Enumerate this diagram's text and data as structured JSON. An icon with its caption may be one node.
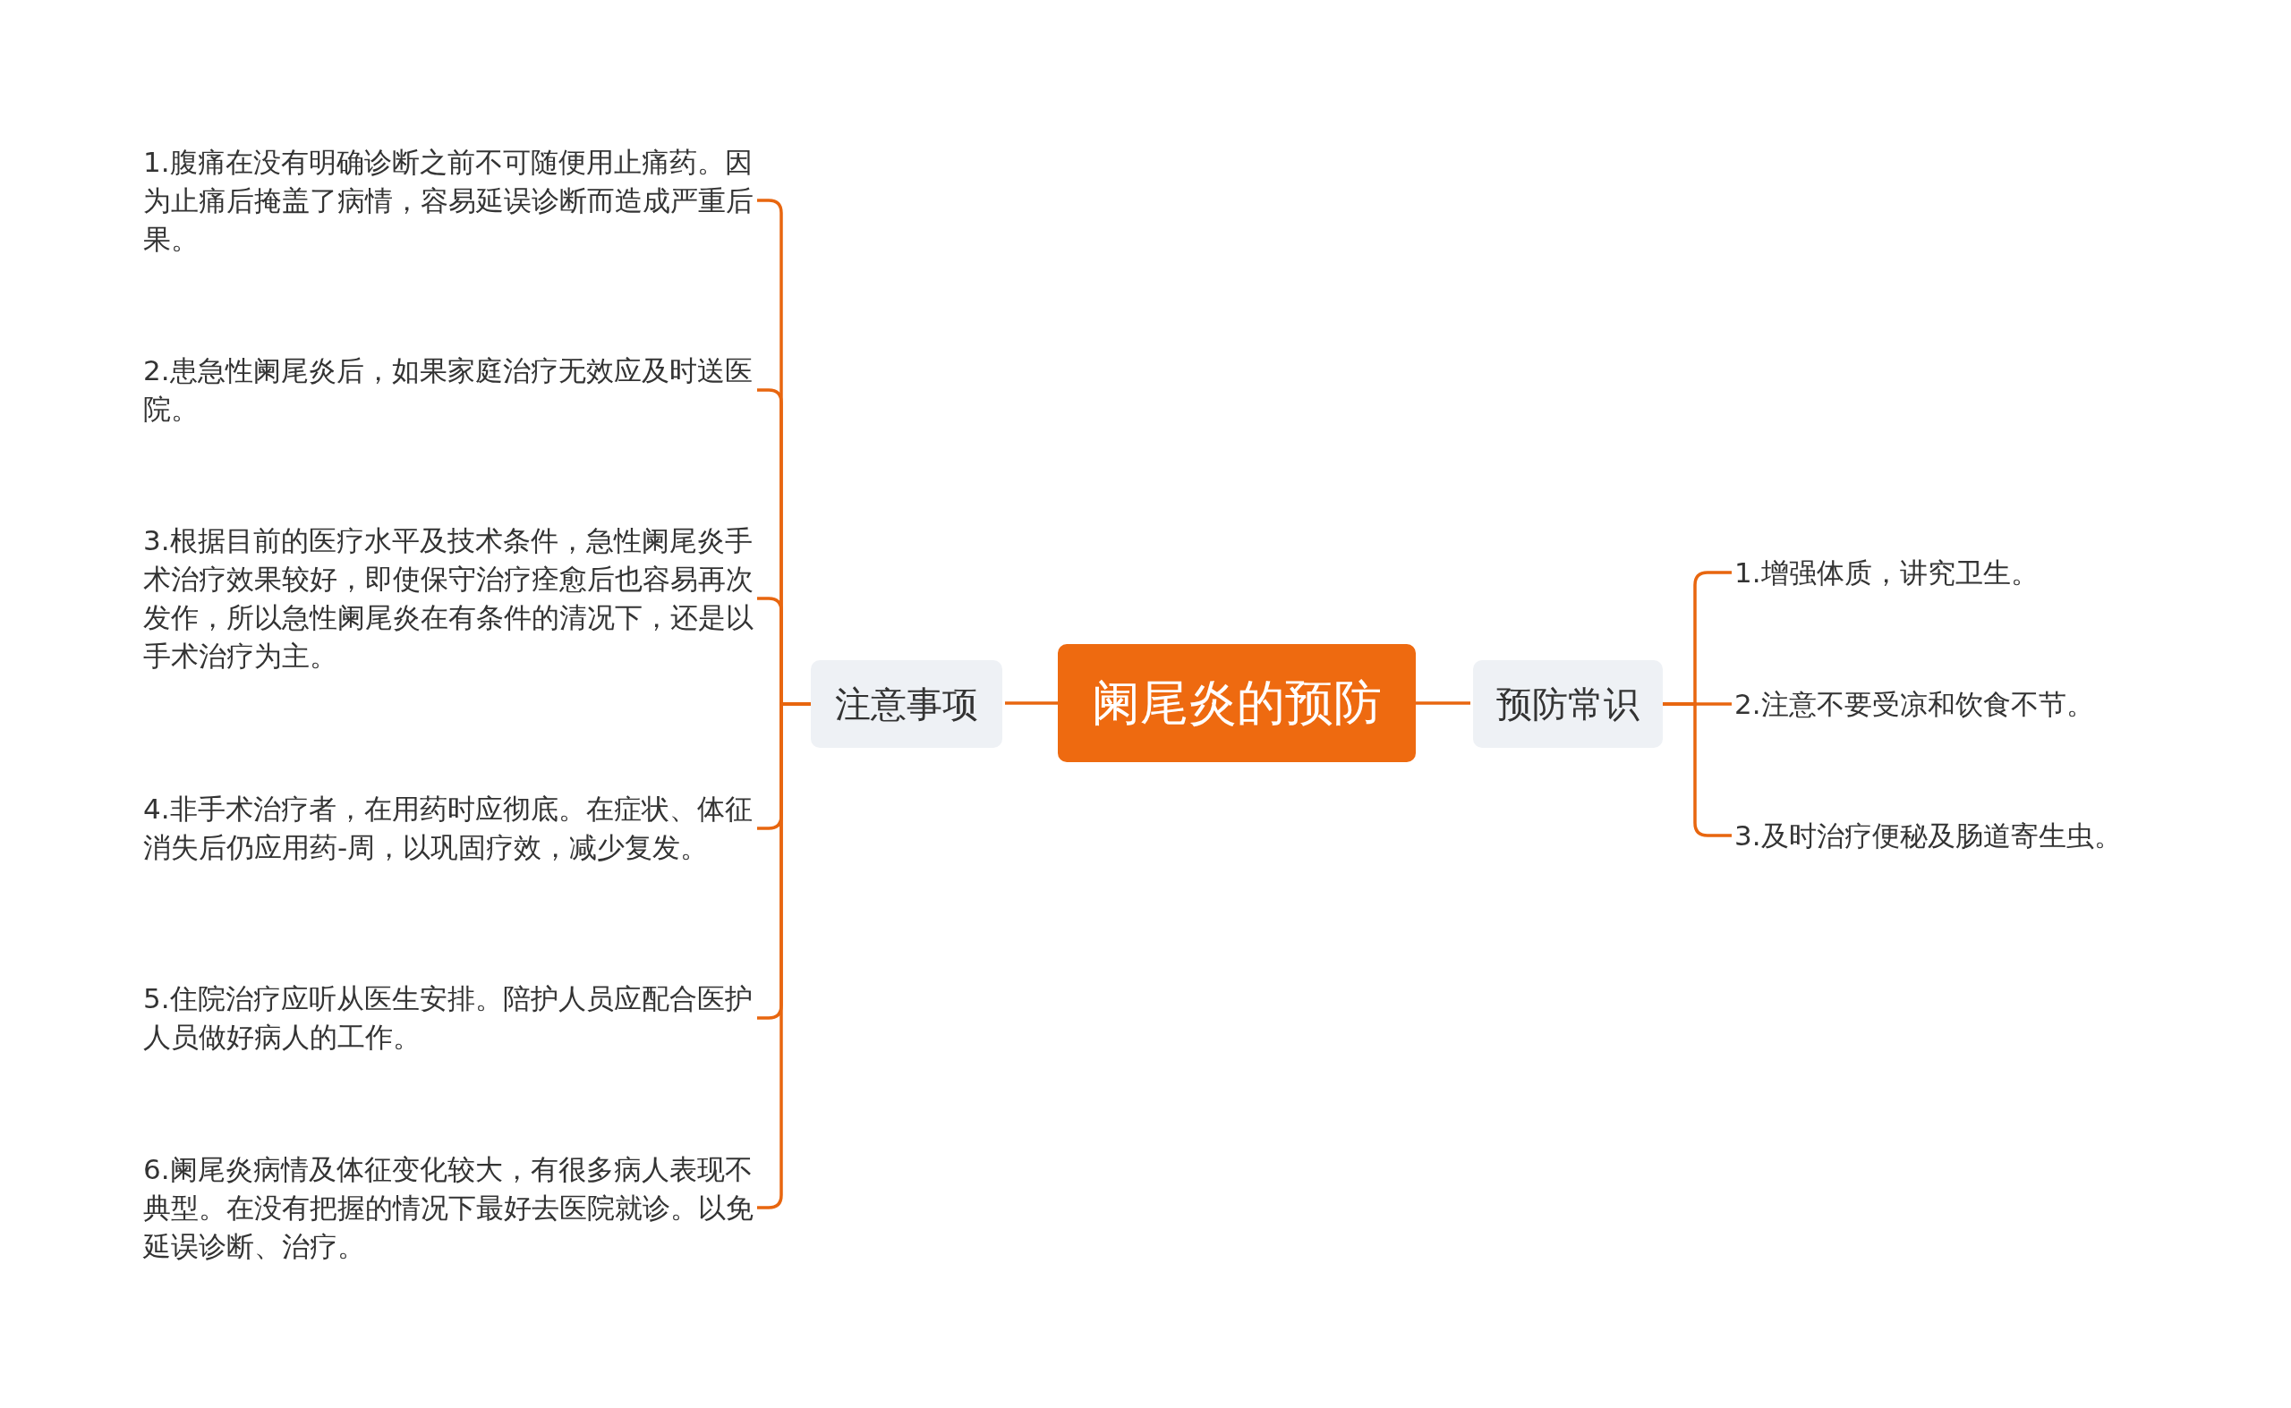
{
  "diagram": {
    "nodes": [
      {
        "text": [
          "阑尾炎的预防"
        ]
      },
      {
        "text": [
          "注意事项"
        ]
      },
      {
        "text": [
          "1.腹痛在没有明确诊断之前不可随便用止痛药。因为止痛后掩盖了病情，容易延误诊断而造成严重后果。"
        ]
      },
      {
        "text": [
          "2.患急性阑尾炎后，如果家庭治疗无效应及时送医院。"
        ]
      },
      {
        "text": [
          "3.根据目前的医疗水平及技术条件，急性阑尾炎手术治疗效果较好，即使保守治疗痊愈后也容易再次发作，所以急性阑尾炎在有条件的清况下，还是以手术治疗为主。"
        ]
      },
      {
        "text": [
          "4.非手术治疗者，在用药时应彻底。在症状、体征消失后仍应用药-周，以巩固疗效，减少复发。"
        ]
      },
      {
        "text": [
          "5.住院治疗应听从医生安排。陪护人员应配合医护人员做好病人的工作。"
        ]
      },
      {
        "text": [
          "6.阑尾炎病情及体征变化较大，有很多病人表现不典型。在没有把握的情况下最好去医院就诊。以免延误诊断、治疗。"
        ]
      },
      {
        "text": [
          "预防常识"
        ]
      },
      {
        "text": [
          "1.增强体质，讲究卫生。"
        ]
      },
      {
        "text": [
          "2.注意不要受凉和饮食不节。"
        ]
      },
      {
        "text": [
          "3.及时治疗便秘及肠道寄生虫。"
        ]
      }
    ],
    "edges": [
      {
        "from": 0,
        "to": 1,
        "arrow": "none"
      },
      {
        "from": 1,
        "to": 2,
        "arrow": "none"
      },
      {
        "from": 1,
        "to": 3,
        "arrow": "none"
      },
      {
        "from": 1,
        "to": 4,
        "arrow": "none"
      },
      {
        "from": 1,
        "to": 5,
        "arrow": "none"
      },
      {
        "from": 1,
        "to": 6,
        "arrow": "none"
      },
      {
        "from": 1,
        "to": 7,
        "arrow": "none"
      },
      {
        "from": 0,
        "to": 8,
        "arrow": "none"
      },
      {
        "from": 8,
        "to": 9,
        "arrow": "none"
      },
      {
        "from": 8,
        "to": 10,
        "arrow": "none"
      },
      {
        "from": 8,
        "to": 11,
        "arrow": "none"
      }
    ]
  }
}
